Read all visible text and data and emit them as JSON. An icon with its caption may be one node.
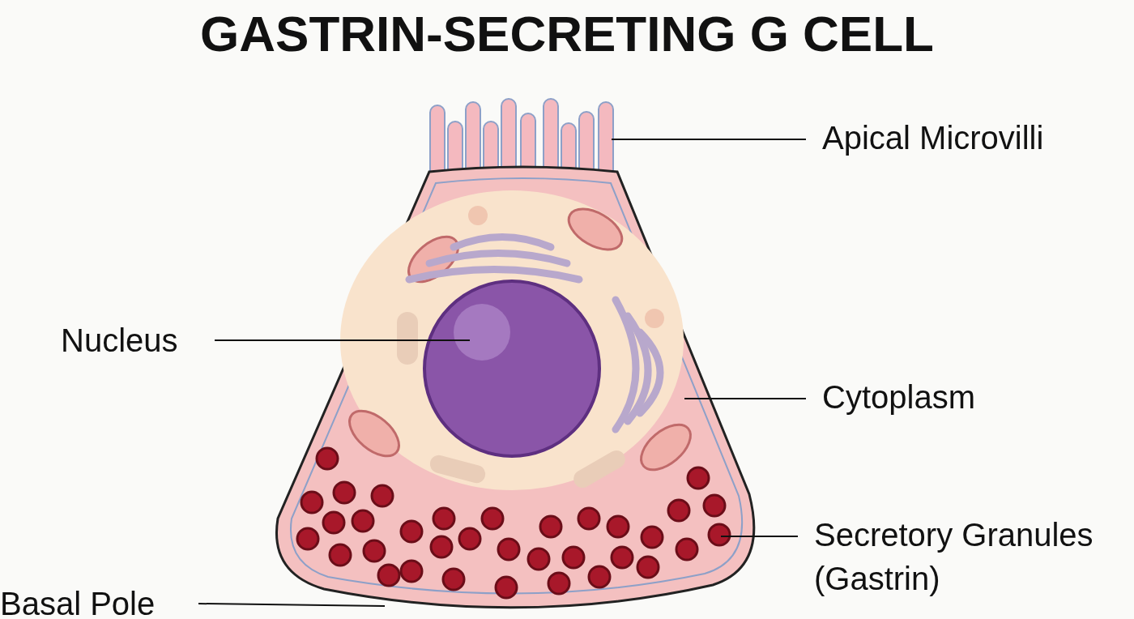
{
  "diagram": {
    "title": "GASTRIN-SECRETING G CELL",
    "nodes": [
      {
        "text": [
          "Apical Microvilli"
        ]
      },
      {
        "text": [
          "Nucleus"
        ]
      },
      {
        "text": [
          "Cytoplasm"
        ]
      },
      {
        "text": [
          "Secretory Granules (Gastrin)"
        ]
      },
      {
        "text": [
          "Basal Pole"
        ]
      }
    ],
    "edges": [
      {
        "from": 0,
        "to": null,
        "arrow": "none"
      },
      {
        "from": 1,
        "to": null,
        "arrow": "none"
      },
      {
        "from": 2,
        "to": null,
        "arrow": "none"
      },
      {
        "from": 3,
        "to": null,
        "arrow": "none"
      },
      {
        "from": 4,
        "to": null,
        "arrow": "none"
      }
    ]
  }
}
